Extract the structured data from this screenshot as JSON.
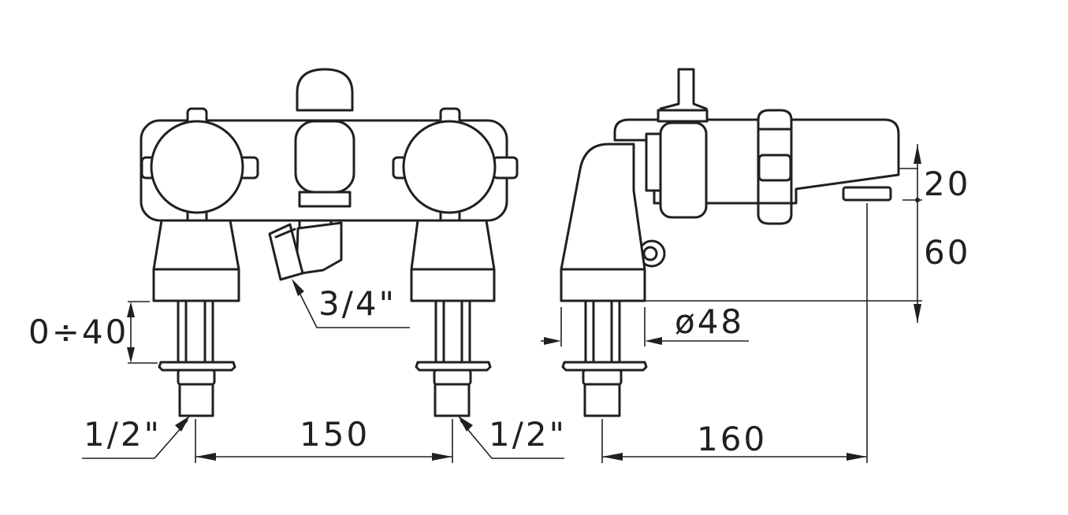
{
  "labels": {
    "adjust_range": "0÷40",
    "outlet_thread": "3/4\"",
    "inlet_thread_left": "1/2\"",
    "inlet_thread_right": "1/2\"",
    "center_distance": "150",
    "projection": "160",
    "spout_height": "20",
    "body_height": "60",
    "flange_diameter": "ø48"
  },
  "colors": {
    "line": "#231f20",
    "background": "#ffffff"
  }
}
